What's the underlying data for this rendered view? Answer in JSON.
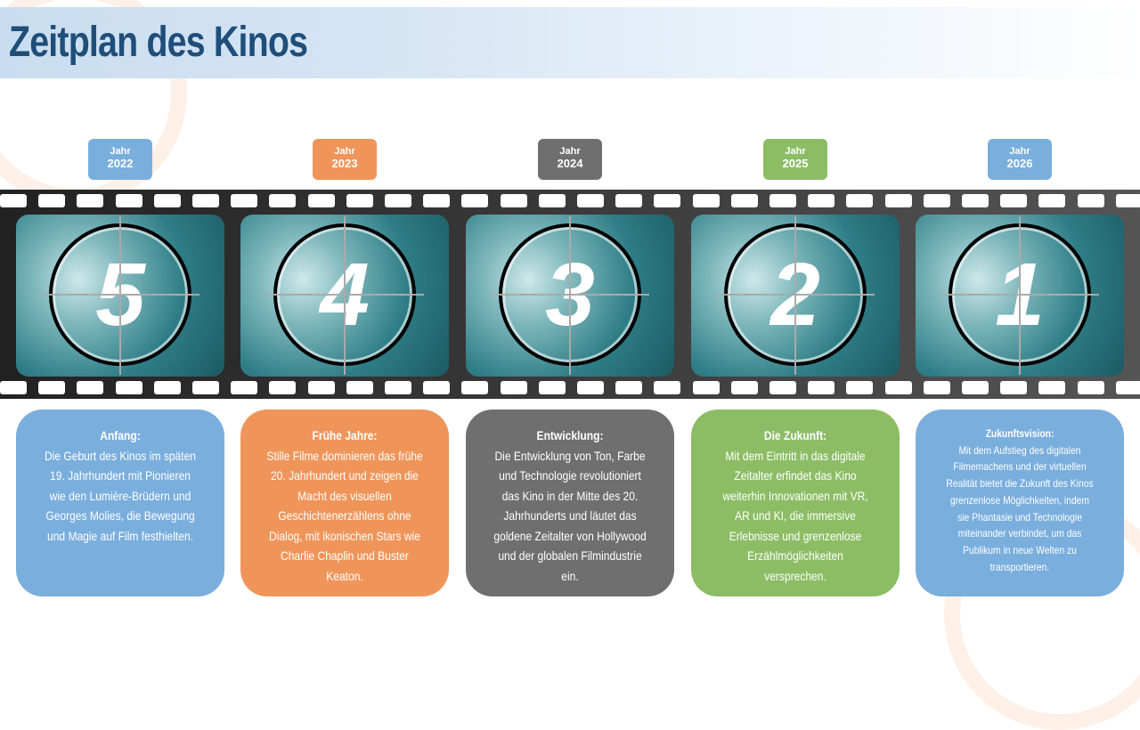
{
  "title": "Zeitplan des Kinos",
  "colors": {
    "blue": "#7aaedd",
    "orange": "#f0955a",
    "gray": "#6f6f6f",
    "green": "#8cbd65",
    "title": "#1f4e79"
  },
  "items": [
    {
      "label": "Jahr",
      "year": "2022",
      "count": "5",
      "heading": "Anfang:",
      "lines": [
        "Die Geburt des Kinos im späten",
        "19. Jahrhundert mit Pionieren",
        "wie den Lumière-Brüdern und",
        "Georges Molies, die Bewegung",
        "und Magie auf Film festhielten."
      ]
    },
    {
      "label": "Jahr",
      "year": "2023",
      "count": "4",
      "heading": "Frühe Jahre:",
      "lines": [
        "Stille Filme dominieren das frühe",
        "20. Jahrhundert und zeigen die",
        "Macht des visuellen",
        "Geschichtenerzählens ohne",
        "Dialog, mit ikonischen Stars wie",
        "Charlie Chaplin und Buster",
        "Keaton."
      ]
    },
    {
      "label": "Jahr",
      "year": "2024",
      "count": "3",
      "heading": "Entwicklung:",
      "lines": [
        "Die Entwicklung von Ton, Farbe",
        "und Technologie revolutioniert",
        "das Kino in der Mitte des 20.",
        "Jahrhunderts und läutet das",
        "goldene Zeitalter von Hollywood",
        "und der globalen Filmindustrie",
        "ein."
      ]
    },
    {
      "label": "Jahr",
      "year": "2025",
      "count": "2",
      "heading": "Die Zukunft:",
      "lines": [
        "Mit dem Eintritt in das digitale",
        "Zeitalter erfindet das Kino",
        "weiterhin Innovationen mit VR,",
        "AR und KI, die immersive",
        "Erlebnisse und grenzenlose",
        "Erzählmöglichkeiten",
        "versprechen."
      ]
    },
    {
      "label": "Jahr",
      "year": "2026",
      "count": "1",
      "heading": "Zukunftsvision:",
      "lines": [
        "Mit dem Aufstieg des digitalen",
        "Filmemachens und der virtuellen",
        "Realität bietet die Zukunft des Kinos",
        "grenzenlose Möglichkeiten, indem",
        "sie Phantasie und Technologie",
        "miteinander verbindet, um das",
        "Publikum in neue Welten zu",
        "transportieren."
      ]
    }
  ]
}
